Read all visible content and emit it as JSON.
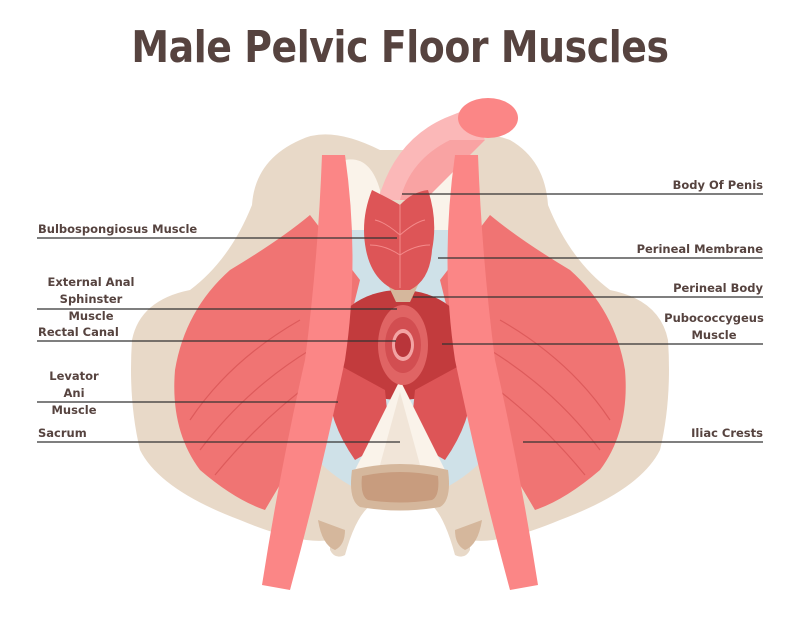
{
  "title": "Male Pelvic Floor Muscles",
  "colors": {
    "title_text": "#56433f",
    "label_text": "#56433f",
    "leader_line": "#333333",
    "bone_beige": "#e8d9c8",
    "muscle_light": "#f07473",
    "muscle_medium": "#dd5557",
    "muscle_dark": "#c23b3d",
    "iliac_band": "#fb8686",
    "membrane_blue": "#cfe1e8",
    "sacrum_cream": "#faf3ea",
    "coccyx_tan": "#c89c7e",
    "penis_pink": "#fbb8b8"
  },
  "labels": {
    "left": [
      {
        "id": "bulbospongiosus",
        "text": "Bulbospongiosus Muscle"
      },
      {
        "id": "external-anal-sphincter",
        "text": "External Anal\nSphinster Muscle"
      },
      {
        "id": "rectal-canal",
        "text": "Rectal Canal"
      },
      {
        "id": "levator-ani",
        "text": "Levator Ani\nMuscle"
      },
      {
        "id": "sacrum",
        "text": "Sacrum"
      }
    ],
    "right": [
      {
        "id": "body-of-penis",
        "text": "Body Of Penis"
      },
      {
        "id": "perineal-membrane",
        "text": "Perineal Membrane"
      },
      {
        "id": "perineal-body",
        "text": "Perineal Body"
      },
      {
        "id": "pubococcygeus",
        "text": "Pubococcygeus\nMuscle"
      },
      {
        "id": "iliac-crests",
        "text": "Iliac Crests"
      }
    ]
  }
}
